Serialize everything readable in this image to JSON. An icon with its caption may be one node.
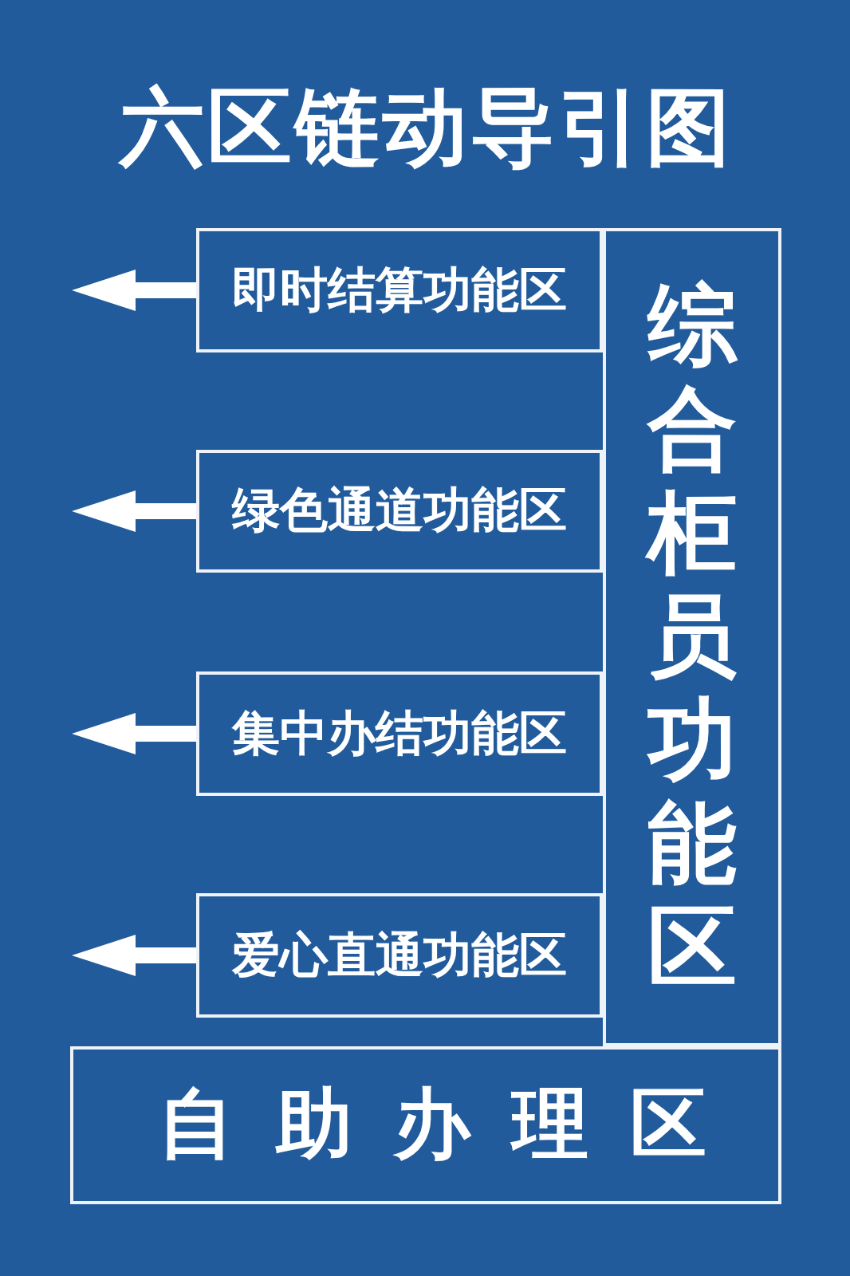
{
  "diagram": {
    "title": "六区链动导引图",
    "nodes": [
      {
        "text": [
          "即时结算功能区"
        ]
      },
      {
        "text": [
          "绿色通道功能区"
        ]
      },
      {
        "text": [
          "集中办结功能区"
        ]
      },
      {
        "text": [
          "爱心直通功能区"
        ]
      },
      {
        "text": [
          "综合柜员功能区"
        ]
      },
      {
        "text": [
          "自助办理区"
        ]
      }
    ],
    "edges": [
      {
        "from": 0,
        "to": null,
        "arrow": "to"
      },
      {
        "from": 1,
        "to": null,
        "arrow": "to"
      },
      {
        "from": 2,
        "to": null,
        "arrow": "to"
      },
      {
        "from": 3,
        "to": null,
        "arrow": "to"
      }
    ]
  }
}
